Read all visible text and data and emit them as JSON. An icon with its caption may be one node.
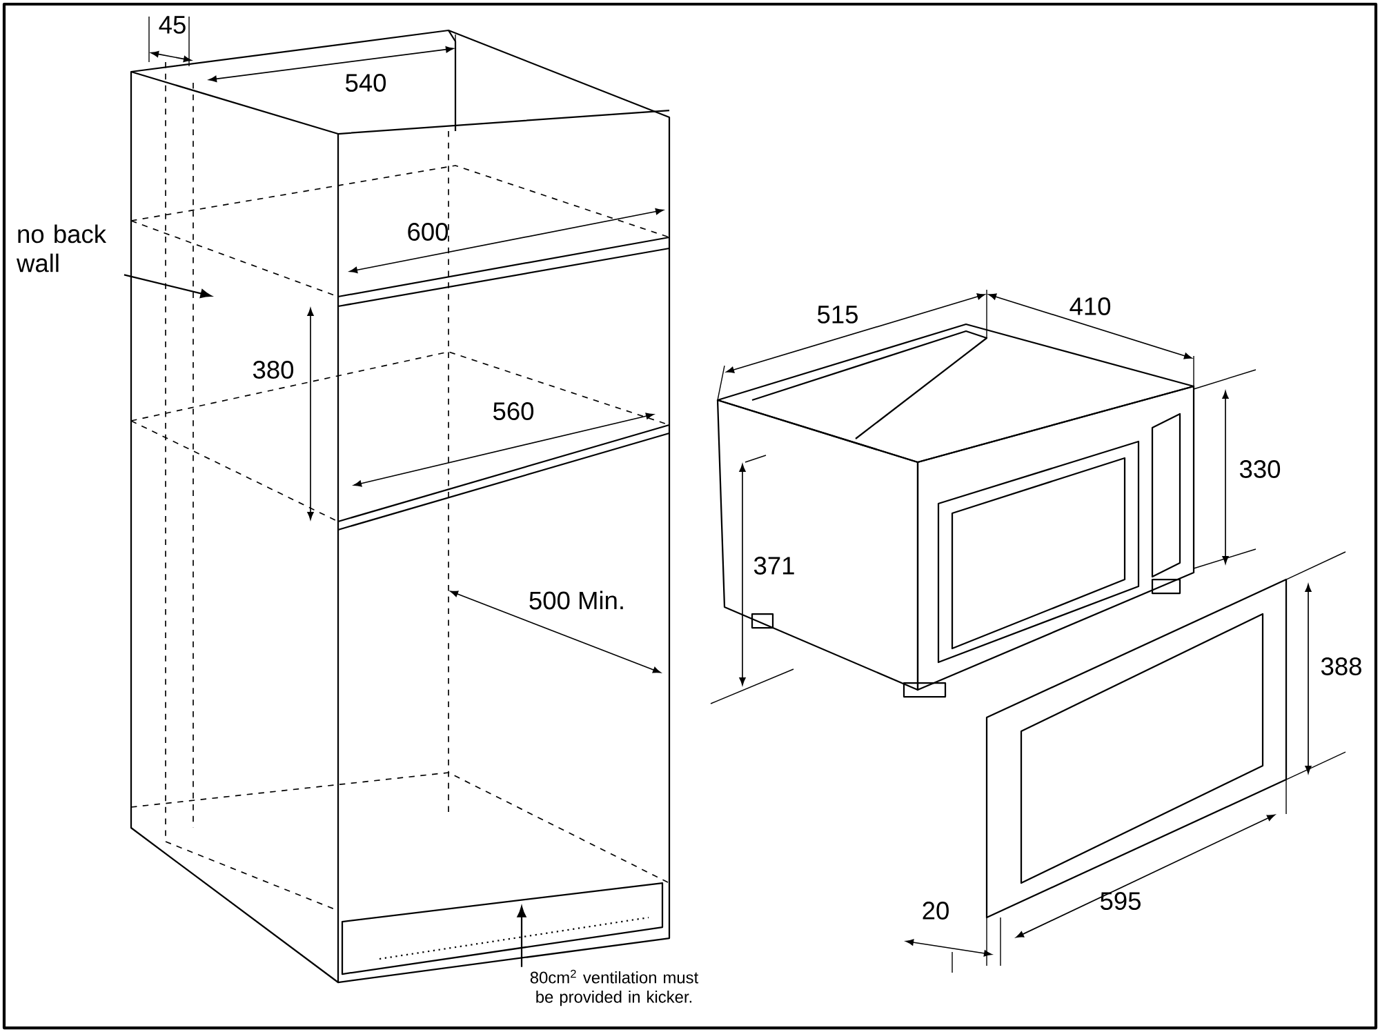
{
  "diagram": {
    "nodes": [
      {
        "text": [
          "no back wall"
        ]
      },
      {
        "text": [
          "80cm$^{2}$ ventilation must be provided in kicker."
        ]
      }
    ],
    "edges": [
      {
        "from": 0,
        "to": null,
        "arrow": "to"
      },
      {
        "from": 1,
        "to": null,
        "arrow": "to"
      }
    ],
    "labels": [
      "45",
      "540",
      "600",
      "380",
      "560",
      "500 Min.",
      "515",
      "410",
      "330",
      "371",
      "388",
      "20",
      "595"
    ]
  }
}
